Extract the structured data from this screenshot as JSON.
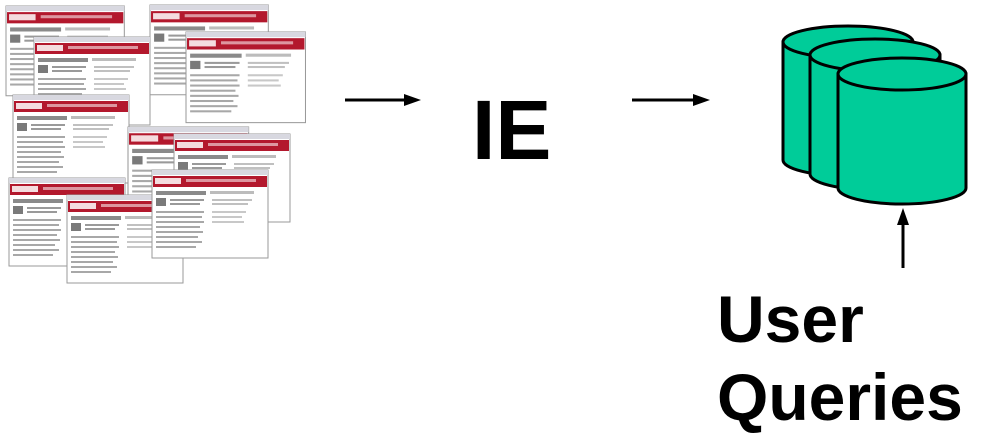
{
  "diagram": {
    "process_label": "IE",
    "query_label_line1": "User",
    "query_label_line2": "Queries",
    "colors": {
      "database_fill": "#00cc99",
      "database_stroke": "#000000",
      "page_header": "#b3182d",
      "arrow": "#000000"
    },
    "icons": {
      "source": "web-pages-stack-icon",
      "target": "database-cylinders-icon"
    }
  }
}
